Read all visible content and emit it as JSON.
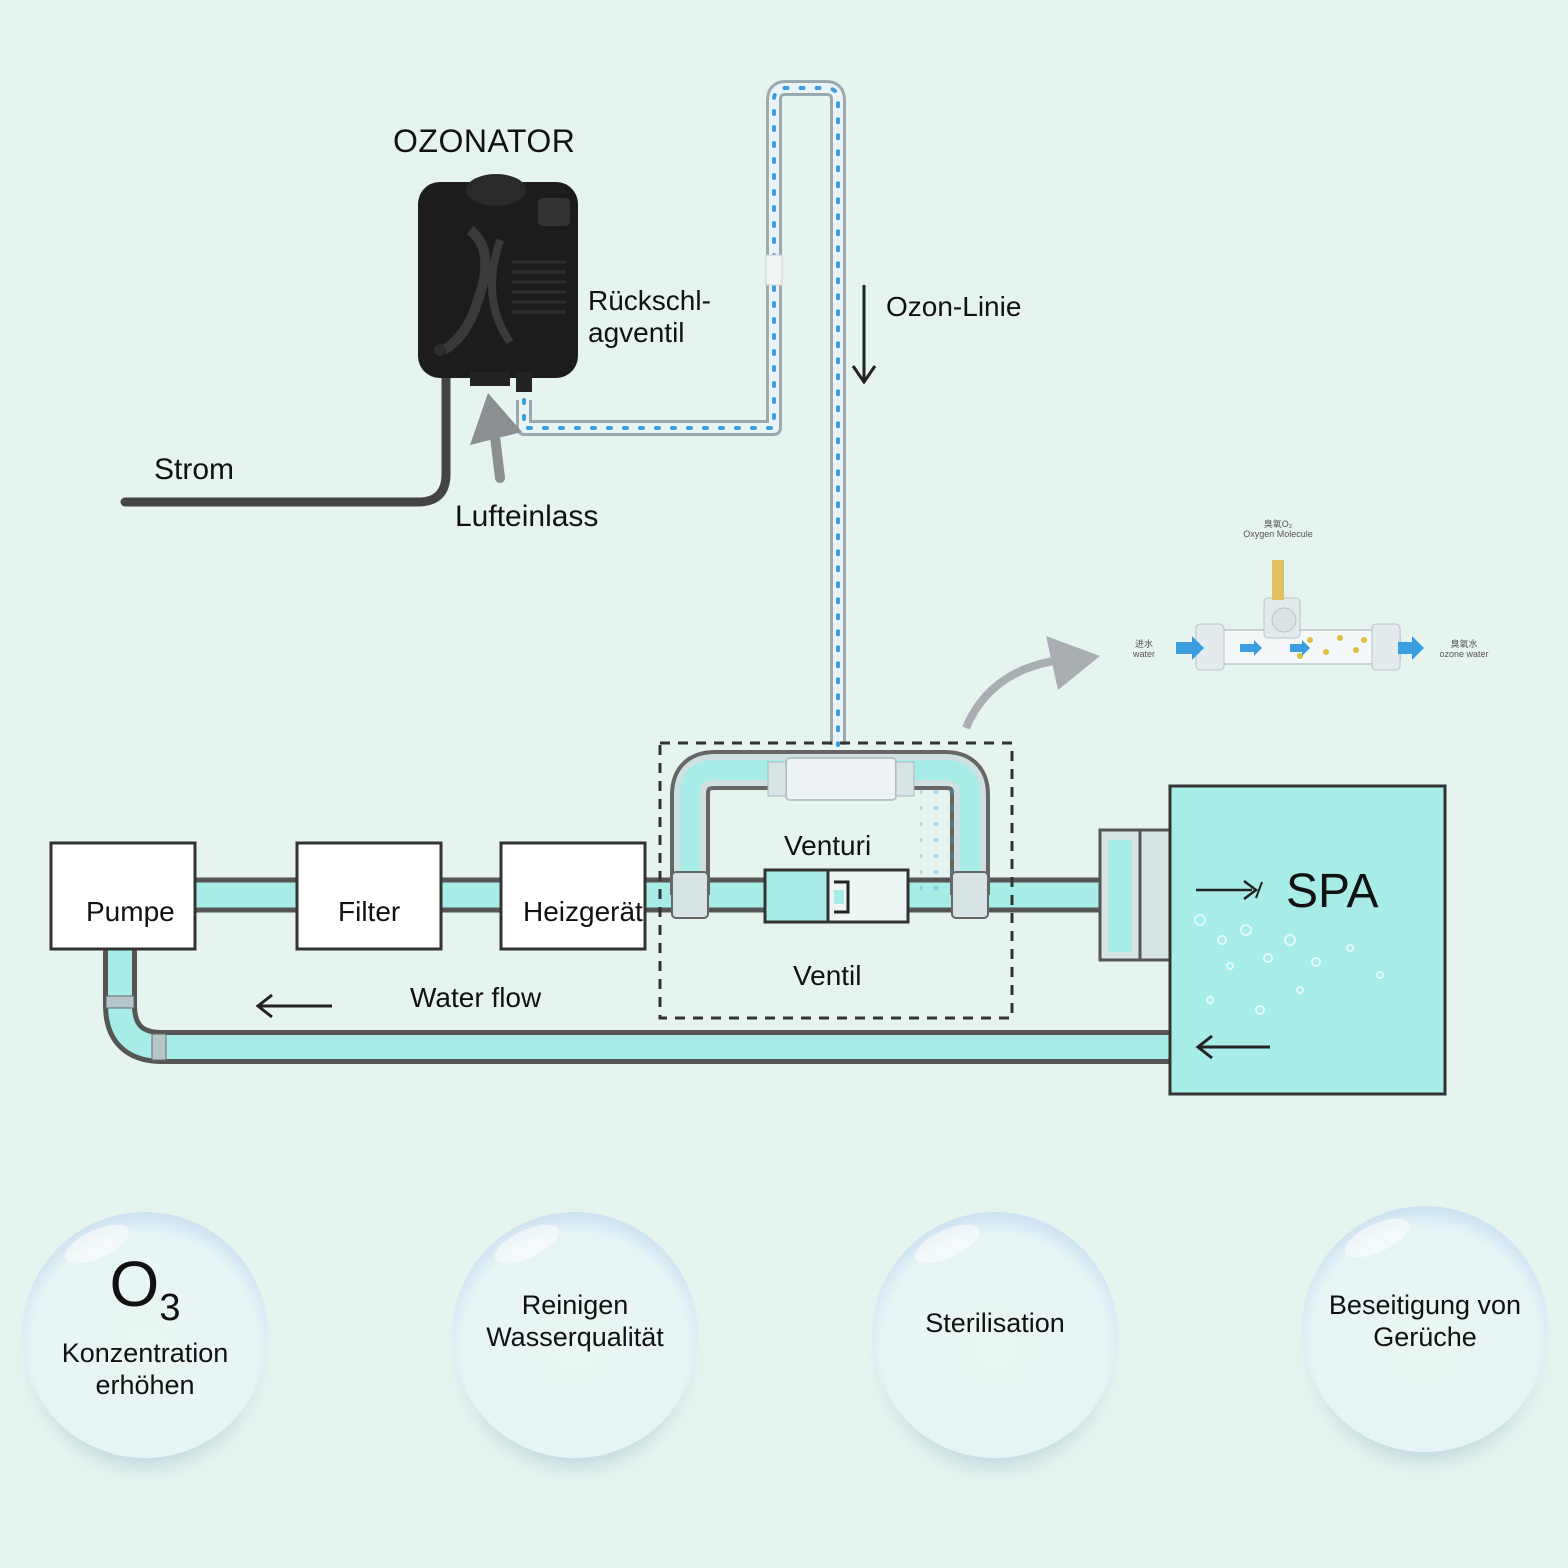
{
  "diagram": {
    "ozonator": {
      "title": "OZONATOR",
      "check_valve": [
        "Rückschl-",
        "agventil"
      ]
    },
    "power_label": "Strom",
    "air_inlet_label": "Lufteinlass",
    "ozone_line_label": "Ozon-Linie",
    "venturi_label": "Venturi",
    "valve_label": "Ventil",
    "water_flow_label": "Water flow",
    "components": {
      "pump": "Pumpe",
      "filter": "Filter",
      "heater": "Heizgerät"
    },
    "spa_label": "SPA",
    "inset": {
      "top_label": [
        "臭氧O₂",
        "Oxygen Molecule"
      ],
      "left_label": [
        "进水",
        "water"
      ],
      "right_label": [
        "臭氧水",
        "ozone water"
      ]
    },
    "colors": {
      "water": "#a8ece8",
      "pipe_edge": "#444444",
      "dash": "#333333",
      "ozonator": "#1c1c1c"
    }
  },
  "benefits": [
    {
      "symbol": "O",
      "subscript": "3",
      "lines": [
        "Konzentration",
        "erhöhen"
      ]
    },
    {
      "lines": [
        "Reinigen",
        "Wasserqualität"
      ]
    },
    {
      "lines": [
        "Sterilisation"
      ]
    },
    {
      "lines": [
        "Beseitigung von",
        "Gerüche"
      ]
    }
  ]
}
